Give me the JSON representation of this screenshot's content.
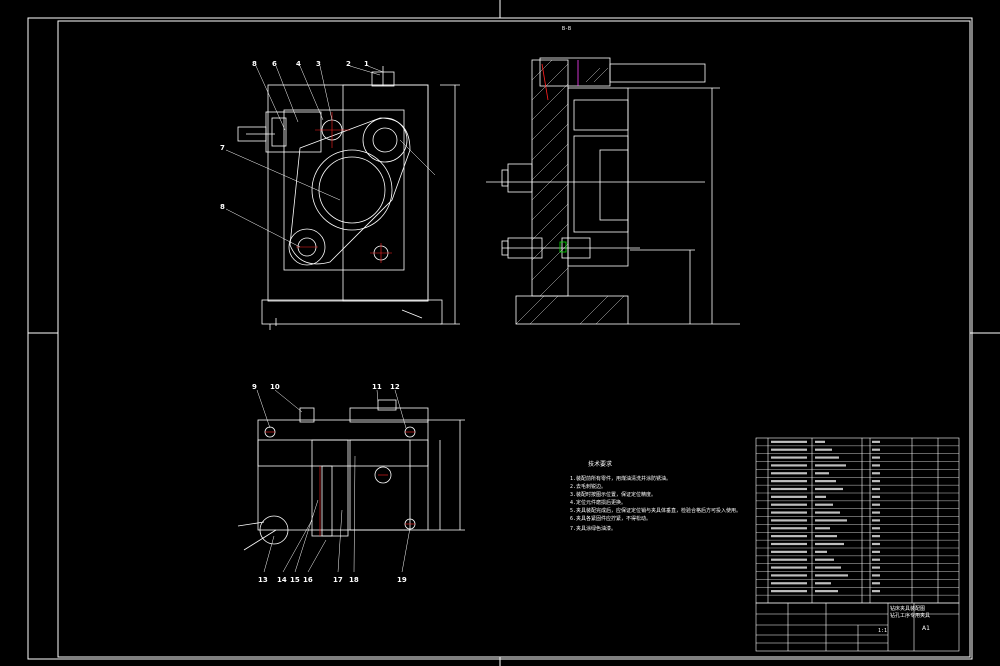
{
  "drawing": {
    "background": "#000000",
    "line_color": "#ffffff",
    "accent_red": "#ff2020",
    "accent_green": "#00e000",
    "accent_magenta": "#ff40ff"
  },
  "front_view": {
    "balloons": [
      "8",
      "6",
      "4",
      "3",
      "2",
      "1",
      "7",
      "8"
    ]
  },
  "side_view": {
    "section_label": "B-B"
  },
  "bottom_view": {
    "balloons_top": [
      "9",
      "10",
      "11",
      "12"
    ],
    "balloons_bottom": [
      "13",
      "14",
      "15",
      "16",
      "17",
      "18",
      "19"
    ]
  },
  "notes": {
    "title": "技术要求",
    "lines": [
      "1.装配前所有零件，用煤油清洗并涂防锈油。",
      "2.去毛刺锐边。",
      "3.装配时按图示位置，保证定位精度。",
      "4.定位元件磨损后更换。",
      "5.夹具装配完成后，应保证定位销与夹具体垂直，检验合格后方可投入使用。",
      "6.夹具各紧固件应拧紧，不得松动。",
      "7.夹具涂绿色油漆。"
    ]
  },
  "title_block": {
    "name_line1": "钻床夹具装配图",
    "name_line2": "钻孔工序专用夹具",
    "scale": "1:1",
    "sheet_code": "A1"
  }
}
